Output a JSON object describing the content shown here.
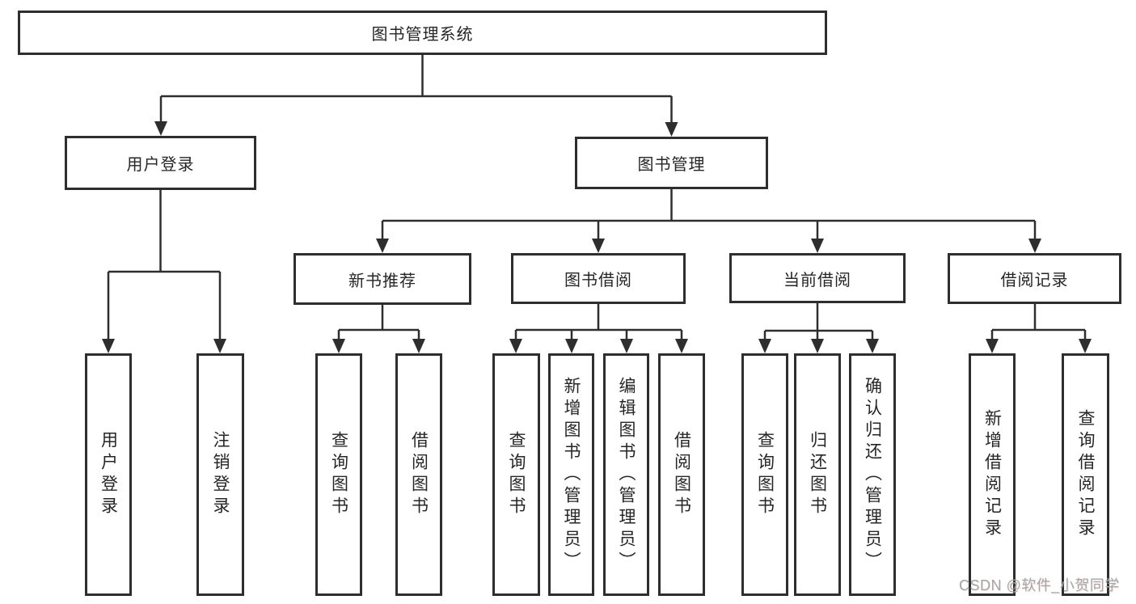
{
  "diagram": {
    "root": "图书管理系统",
    "branches": [
      {
        "label": "用户登录",
        "children": [
          "用户登录",
          "注销登录"
        ]
      },
      {
        "label": "图书管理",
        "sections": [
          {
            "label": "新书推荐",
            "children": [
              "查询图书",
              "借阅图书"
            ]
          },
          {
            "label": "图书借阅",
            "children": [
              "查询图书",
              "新增图书（管理员）",
              "编辑图书（管理员）",
              "借阅图书"
            ]
          },
          {
            "label": "当前借阅",
            "children": [
              "查询图书",
              "归还图书",
              "确认归还（管理员）"
            ]
          },
          {
            "label": "借阅记录",
            "children": [
              "新增借阅记录",
              "查询借阅记录"
            ]
          }
        ]
      }
    ],
    "line_color": "#2e2e2e",
    "box_background": "#ffffff"
  },
  "watermark": "CSDN @软件_小贺同学"
}
